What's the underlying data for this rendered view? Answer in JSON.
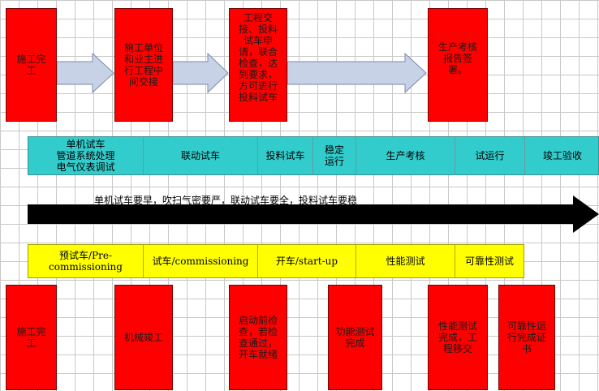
{
  "top_boxes": [
    "施工完\n工",
    "施工单位\n和业主进\n行工程中\n间交接",
    "工程交\n接、投料\n试车申\n请，联合\n检查，达\n到要求，\n方可进行\n投料试车",
    "生产考核\n报告签\n署。"
  ],
  "phases": [
    "单机试车\n管道系统处理\n电气仪表调试",
    "联动试车",
    "投料试车",
    "稳定\n运行",
    "生产考核",
    "试运行",
    "竣工验收"
  ],
  "banner_text": "单机试车要早，吹扫气密要严，联动试车要全，投料试车要稳",
  "stages": [
    "预试车/Pre-\ncommissioning",
    "试车/commissioning",
    "开车/start-up",
    "性能测试",
    "可靠性测试"
  ],
  "bottom_boxes": [
    "施工完\n工",
    "机械竣工",
    "启动前检\n查，若检\n查通过，\n开车就绪",
    "功能测试\n完成",
    "性能测试\n完成，工\n程移交",
    "可靠性运\n行完成证\n书"
  ],
  "colors": {
    "box": "#ff0000",
    "phase_band": "#33cccc",
    "stage_band": "#ffff00",
    "arrow": "#000000",
    "block_arrow": "#c8d2e6"
  }
}
